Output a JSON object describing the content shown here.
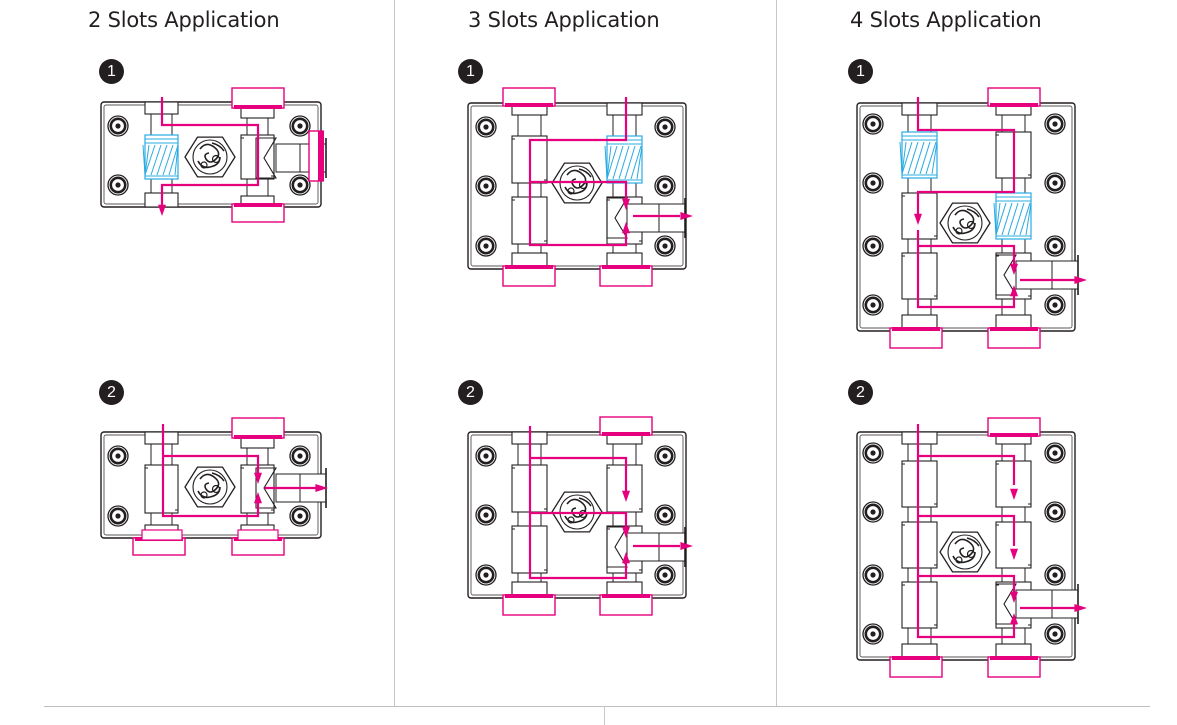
{
  "columns": [
    {
      "title": "2 Slots Application",
      "slots": 2,
      "steps": [
        {
          "number": "1",
          "description": "Inlet top-left through pump on left column, flows across to right column and out via right-side fittings; outlet at bottom-left",
          "pump_column": "left",
          "pump_positions": [
            "left-1"
          ]
        },
        {
          "number": "2",
          "description": "Inlet top-left, flows to right column then out through right-side outlet port",
          "pump_column": "none",
          "pump_positions": []
        }
      ]
    },
    {
      "title": "3 Slots Application",
      "slots": 3,
      "steps": [
        {
          "number": "1",
          "description": "Inlet top-right through pump in right column, loop via left column, converge at right outlet port",
          "pump_positions": [
            "right-1"
          ]
        },
        {
          "number": "2",
          "description": "Inlet top-left, branches to right column at two levels, converge at right outlet port",
          "pump_positions": []
        }
      ]
    },
    {
      "title": "4 Slots Application",
      "slots": 4,
      "steps": [
        {
          "number": "1",
          "description": "Inlet top-left through pump, right column loop, second pump middle-right, converge at right outlet port",
          "pump_positions": [
            "left-1",
            "right-2"
          ]
        },
        {
          "number": "2",
          "description": "Inlet top-left, branches to right column at three levels, converge at right outlet port",
          "pump_positions": []
        }
      ]
    }
  ],
  "colors": {
    "flow": "#e6007e",
    "pump": "#29abe2",
    "outline": "#231f20",
    "divider": "#c8c8c8"
  }
}
